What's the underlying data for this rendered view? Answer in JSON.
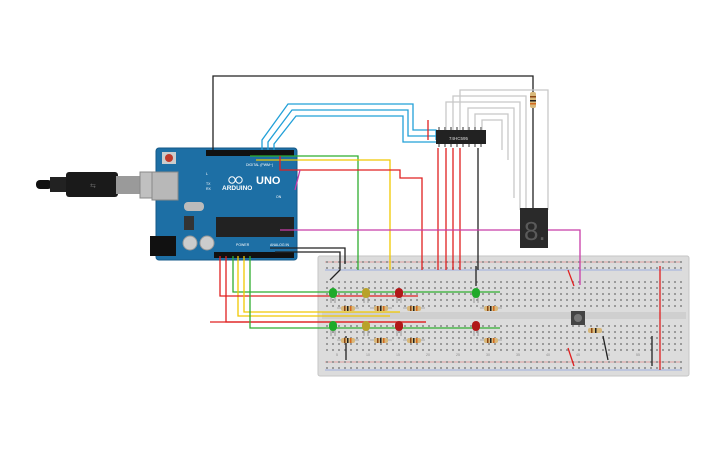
{
  "arduino": {
    "brand": "ARDUINO",
    "model": "UNO",
    "digital_label": "DIGITAL (PWM~)",
    "analog_label": "ANALOG IN",
    "power_label": "POWER",
    "tx_label": "TX",
    "rx_label": "RX",
    "l_label": "L",
    "on_label": "ON",
    "board_color": "#1d6fa5"
  },
  "shift_register": {
    "label": "74HC595"
  },
  "seven_segment": {
    "display": "8."
  },
  "breadboard_numbers": [
    "5",
    "10",
    "15",
    "20",
    "25",
    "30",
    "35",
    "40",
    "45",
    "50",
    "55"
  ],
  "leds": {
    "top_colors": [
      "green",
      "yellow",
      "red",
      "green"
    ],
    "bottom_colors": [
      "green",
      "yellow",
      "red",
      "red"
    ]
  },
  "colors": {
    "wire_red": "#e02020",
    "wire_black": "#222222",
    "wire_green": "#2fae2f",
    "wire_yellow": "#f0c800",
    "wire_cyan": "#22a0d8",
    "wire_magenta": "#c83ca8",
    "wire_gray": "#c8c8c8",
    "led_green": "#1faa2a",
    "led_yellow": "#b8a22a",
    "led_red": "#b01818"
  }
}
